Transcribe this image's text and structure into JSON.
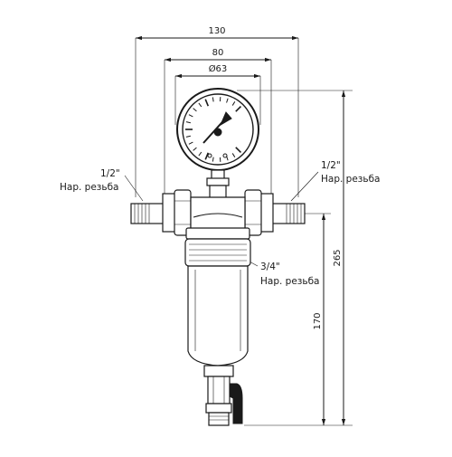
{
  "dimensions": {
    "width_overall": "130",
    "width_body": "80",
    "gauge_diameter": "Ø63",
    "height_total": "265",
    "height_lower": "170"
  },
  "labels": {
    "left_thread_size": "1/2\"",
    "left_thread_type": "Нар. резьба",
    "right_thread_size": "1/2\"",
    "right_thread_type": "Нар. резьба",
    "bottom_thread_size": "3/4\"",
    "bottom_thread_type": "Нар. резьба"
  },
  "gauge": {
    "ticks": 20
  }
}
